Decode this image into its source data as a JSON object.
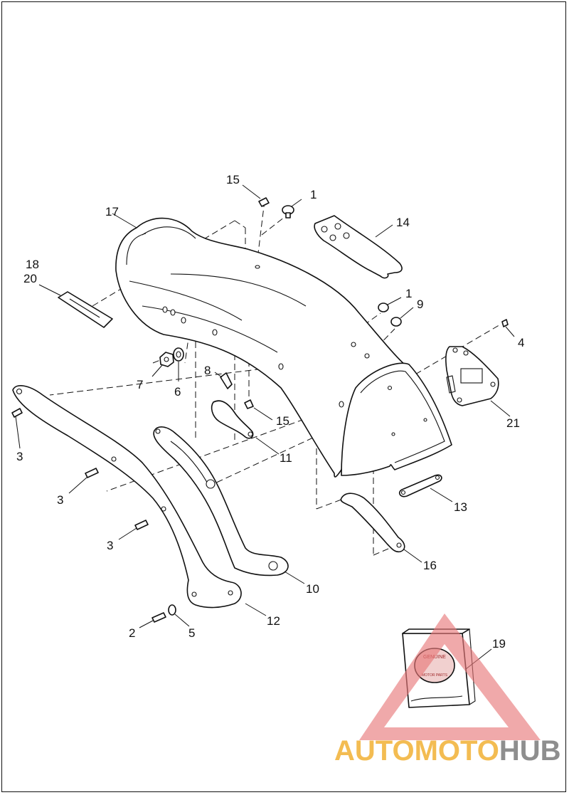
{
  "callouts": {
    "c1a": "1",
    "c1b": "1",
    "c2": "2",
    "c3a": "3",
    "c3b": "3",
    "c3c": "3",
    "c4": "4",
    "c5": "5",
    "c6": "6",
    "c7": "7",
    "c8": "8",
    "c9": "9",
    "c10": "10",
    "c11": "11",
    "c12": "12",
    "c13": "13",
    "c14": "14",
    "c15a": "15",
    "c15b": "15",
    "c16": "16",
    "c17": "17",
    "c18": "18",
    "c19": "19",
    "c20": "20",
    "c21": "21"
  },
  "kit_box": {
    "badge_top": "GENUINE",
    "badge_bottom": "MOTOR PARTS"
  },
  "watermark": {
    "word_part1": "AUTO",
    "word_part2": "MOTO",
    "word_part3": "HUB",
    "color_red": "#e8787a",
    "color_orange": "#f2b134",
    "color_gray": "#7b7b7b"
  }
}
